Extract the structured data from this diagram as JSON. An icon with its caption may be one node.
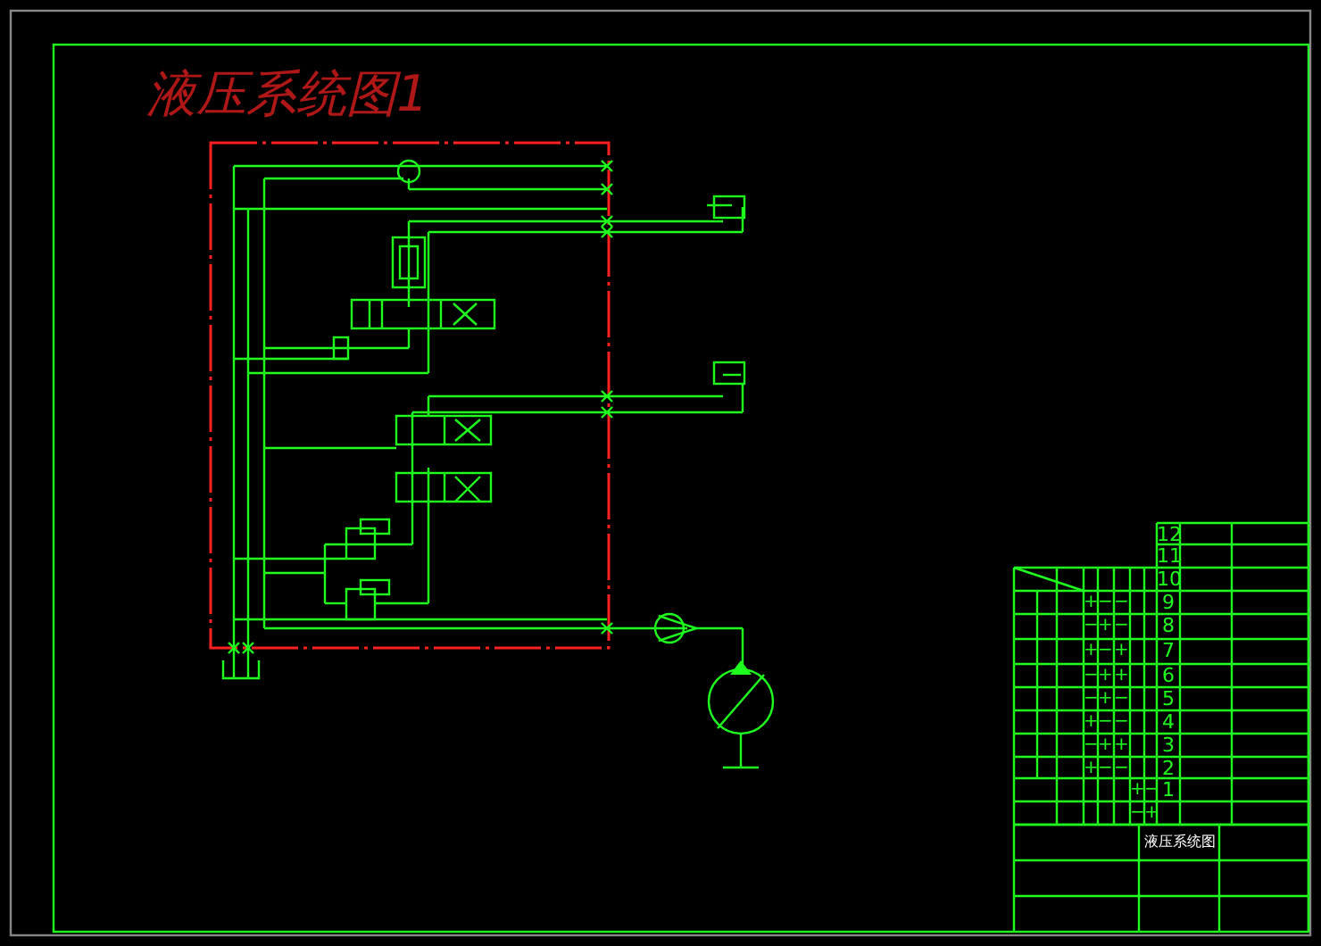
{
  "diagram": {
    "title": "液压系统图1",
    "labels": [
      "12",
      "11",
      "10",
      "+",
      "−",
      "−",
      "9",
      "−",
      "+",
      "−",
      "8",
      "+",
      "−",
      "+",
      "7",
      "−",
      "+",
      "+",
      "6",
      "−",
      "+",
      "−",
      "5",
      "+",
      "−",
      "−",
      "4",
      "−",
      "+",
      "+",
      "3",
      "+",
      "−",
      "−",
      "2",
      "+",
      "−",
      "1",
      "−",
      "+",
      "液压系统图"
    ]
  }
}
